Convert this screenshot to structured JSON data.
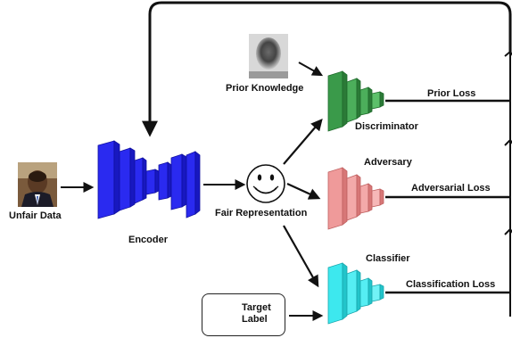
{
  "labels": {
    "unfair_data": "Unfair Data",
    "encoder": "Encoder",
    "fair_representation": "Fair Representation",
    "prior_knowledge": "Prior Knowledge",
    "discriminator": "Discriminator",
    "adversary": "Adversary",
    "classifier": "Classifier",
    "target_label_line1": "Target",
    "target_label_line2": "Label",
    "prior_loss": "Prior Loss",
    "adversarial_loss": "Adversarial Loss",
    "classification_loss": "Classification Loss"
  },
  "icons": {
    "unfair_data_photo": "portrait-photo-icon",
    "prior_knowledge_photo": "blurred-portrait-icon",
    "fair_representation": "smiley-face-icon",
    "target_label": "gear-icon"
  },
  "colors": {
    "encoder": "#2a2af0",
    "discriminator": "#3a9a4a",
    "adversary": "#e88a8a",
    "classifier": "#2fe6ec",
    "arrows": "#111111"
  }
}
